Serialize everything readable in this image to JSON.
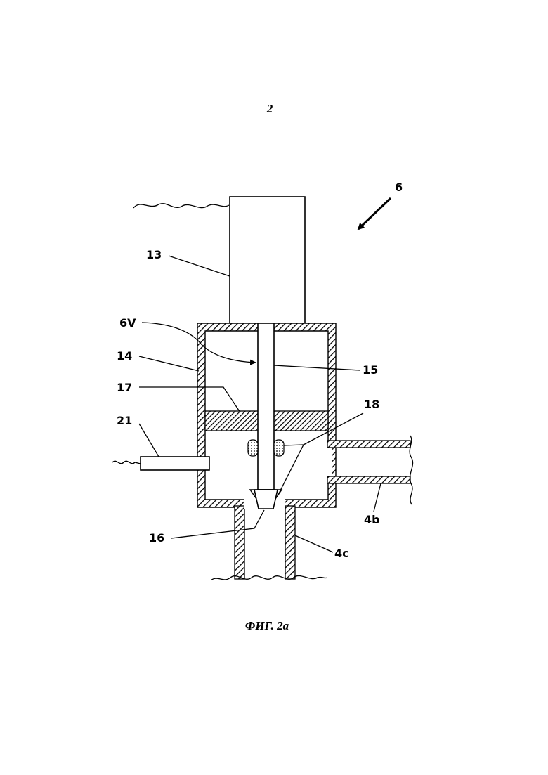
{
  "page": {
    "number": "2"
  },
  "figure": {
    "caption": "ФИГ. 2а"
  },
  "labels": {
    "l6": "6",
    "l13": "13",
    "l6v": "6V",
    "l14": "14",
    "l15": "15",
    "l17": "17",
    "l18": "18",
    "l21": "21",
    "l16": "16",
    "l4b": "4b",
    "l4c": "4c"
  }
}
